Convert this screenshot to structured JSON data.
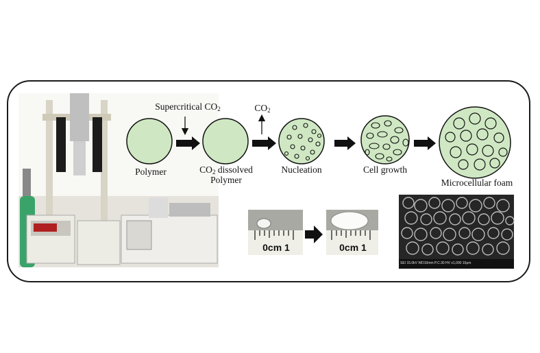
{
  "steps": {
    "supercritical_prefix": "Supercritical CO",
    "supercritical_sub": "2",
    "co2_out_prefix": "CO",
    "co2_out_sub": "2",
    "polymer": "Polymer",
    "dissolved_prefix": "CO",
    "dissolved_sub": "2",
    "dissolved_suffix": " dissolved",
    "dissolved_line2": "Polymer",
    "nucleation": "Nucleation",
    "cell_growth": "Cell growth",
    "microcellular_foam": "Microcellular foam"
  },
  "samples": {
    "ruler_left": "0cm 1",
    "ruler_right": "0cm 1",
    "sem_caption": "SEI 15.0kV WD10mm P.C.30 HV x1,000 10μm"
  },
  "colors": {
    "circle_fill": "#cfe8c3",
    "stroke": "#111111",
    "frame": "#1a1a1a"
  }
}
